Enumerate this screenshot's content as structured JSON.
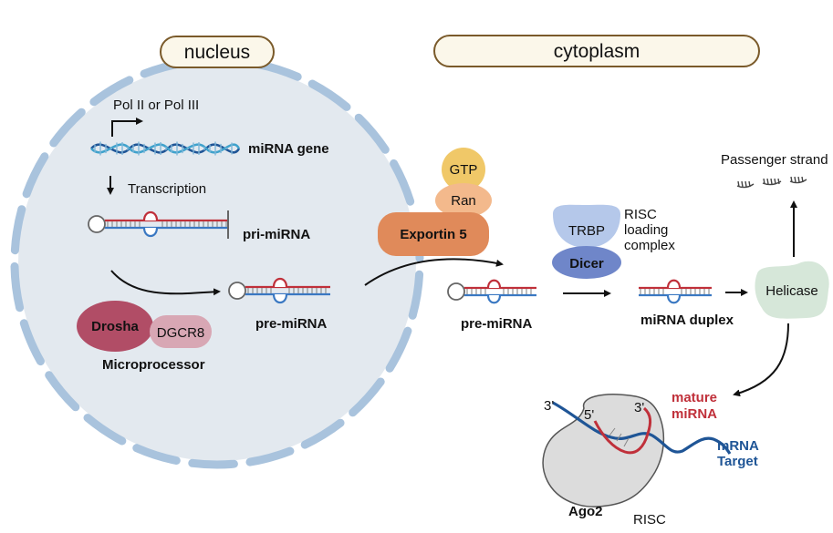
{
  "regions": {
    "nucleus": "nucleus",
    "cytoplasm": "cytoplasm"
  },
  "labels": {
    "polymerase": "Pol II or Pol III",
    "mirna_gene": "miRNA gene",
    "transcription": "Transcription",
    "pri_mirna": "pri-miRNA",
    "pre_mirna_nucleus": "pre-miRNA",
    "drosha": "Drosha",
    "dgcr8": "DGCR8",
    "microprocessor": "Microprocessor",
    "gtp": "GTP",
    "ran": "Ran",
    "exportin5": "Exportin 5",
    "pre_mirna_cytoplasm": "pre-miRNA",
    "trbp": "TRBP",
    "dicer": "Dicer",
    "risc_loading_line1": "RISC",
    "risc_loading_line2": "loading",
    "risc_loading_line3": "complex",
    "mirna_duplex": "miRNA duplex",
    "helicase": "Helicase",
    "passenger_strand": "Passenger strand",
    "three_prime_left": "3'",
    "five_prime": "5'",
    "three_prime_right": "3'",
    "mature_line1": "mature",
    "mature_line2": "miRNA",
    "mrna_line1": "mRNA",
    "mrna_line2": "Target",
    "ago2": "Ago2",
    "risc": "RISC"
  },
  "colors": {
    "nucleus_fill": "#e3e9ef",
    "envelope": "#a9c3dd",
    "pill_fill": "#fbf7ea",
    "pill_border": "#7a5a2a",
    "mirna_red": "#c0303a",
    "mrna_blue": "#1f5596",
    "drosha": "#b14d66",
    "dgcr8": "#d8a7b4",
    "exportin": "#e08a5a",
    "ran": "#f3b98c",
    "gtp": "#f0c868",
    "trbp": "#b5c8ea",
    "dicer": "#6f86c9",
    "helicase": "#d6e7d9",
    "ago2": "#dcdcdc"
  }
}
